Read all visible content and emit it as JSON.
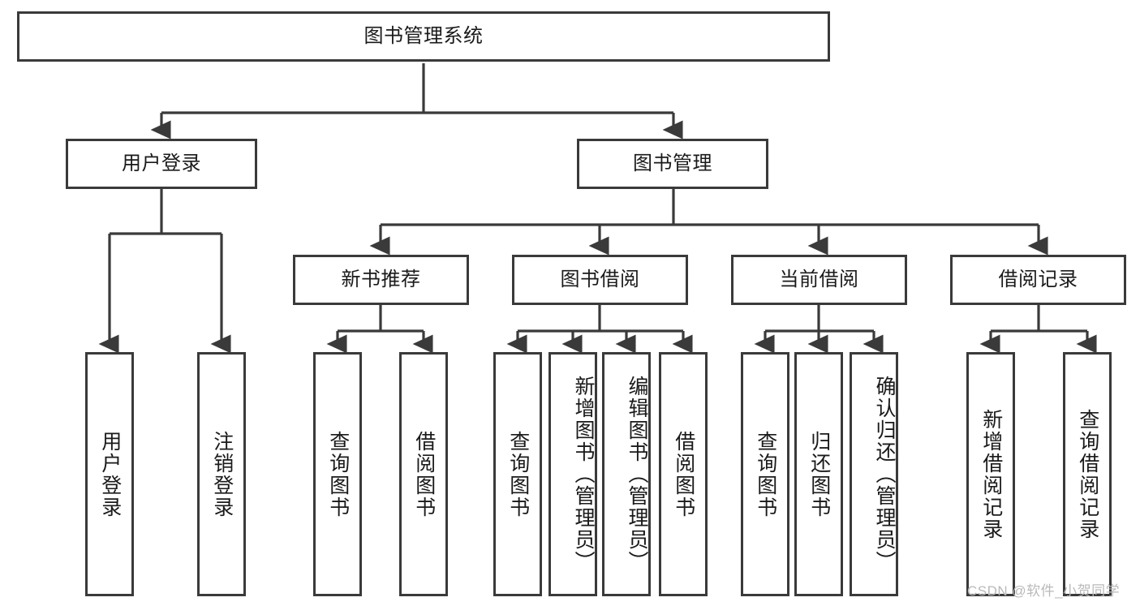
{
  "diagram": {
    "type": "tree-hierarchy",
    "title": "图书管理系统",
    "root": {
      "id": "root",
      "label": "图书管理系统",
      "orientation": "horizontal"
    },
    "level2": [
      {
        "id": "user-login",
        "label": "用户登录",
        "orientation": "horizontal"
      },
      {
        "id": "book-management",
        "label": "图书管理",
        "orientation": "horizontal"
      }
    ],
    "level3": [
      {
        "id": "new-book-recommend",
        "label": "新书推荐",
        "orientation": "horizontal"
      },
      {
        "id": "book-borrow",
        "label": "图书借阅",
        "orientation": "horizontal"
      },
      {
        "id": "current-borrow",
        "label": "当前借阅",
        "orientation": "horizontal"
      },
      {
        "id": "borrow-record",
        "label": "借阅记录",
        "orientation": "horizontal"
      }
    ],
    "leaves": {
      "user_login": [
        {
          "id": "leaf-user-login",
          "label": "用户登录",
          "orientation": "vertical"
        },
        {
          "id": "leaf-logout",
          "label": "注销登录",
          "orientation": "vertical"
        }
      ],
      "new_book_recommend": [
        {
          "id": "leaf-query-book-1",
          "label": "查询图书",
          "orientation": "vertical"
        },
        {
          "id": "leaf-borrow-book-1",
          "label": "借阅图书",
          "orientation": "vertical"
        }
      ],
      "book_borrow": [
        {
          "id": "leaf-query-book-2",
          "label": "查询图书",
          "orientation": "vertical"
        },
        {
          "id": "leaf-add-book",
          "label": "新增图书（管理员）",
          "orientation": "vertical"
        },
        {
          "id": "leaf-edit-book",
          "label": "编辑图书（管理员）",
          "orientation": "vertical"
        },
        {
          "id": "leaf-borrow-book-2",
          "label": "借阅图书",
          "orientation": "vertical"
        }
      ],
      "current_borrow": [
        {
          "id": "leaf-query-book-3",
          "label": "查询图书",
          "orientation": "vertical"
        },
        {
          "id": "leaf-return-book",
          "label": "归还图书",
          "orientation": "vertical"
        },
        {
          "id": "leaf-confirm-return",
          "label": "确认归还（管理员）",
          "orientation": "vertical"
        }
      ],
      "borrow_record": [
        {
          "id": "leaf-add-record",
          "label": "新增借阅记录",
          "orientation": "vertical"
        },
        {
          "id": "leaf-query-record",
          "label": "查询借阅记录",
          "orientation": "vertical"
        }
      ]
    },
    "colors": {
      "box_border": "#3a3a3a",
      "box_fill": "#ffffff",
      "connector": "#3a3a3a",
      "text": "#1a1a1a",
      "watermark": "#b9b9b9",
      "background": "#ffffff"
    }
  },
  "watermark": {
    "text": "CSDN @软件_小贺同学"
  }
}
